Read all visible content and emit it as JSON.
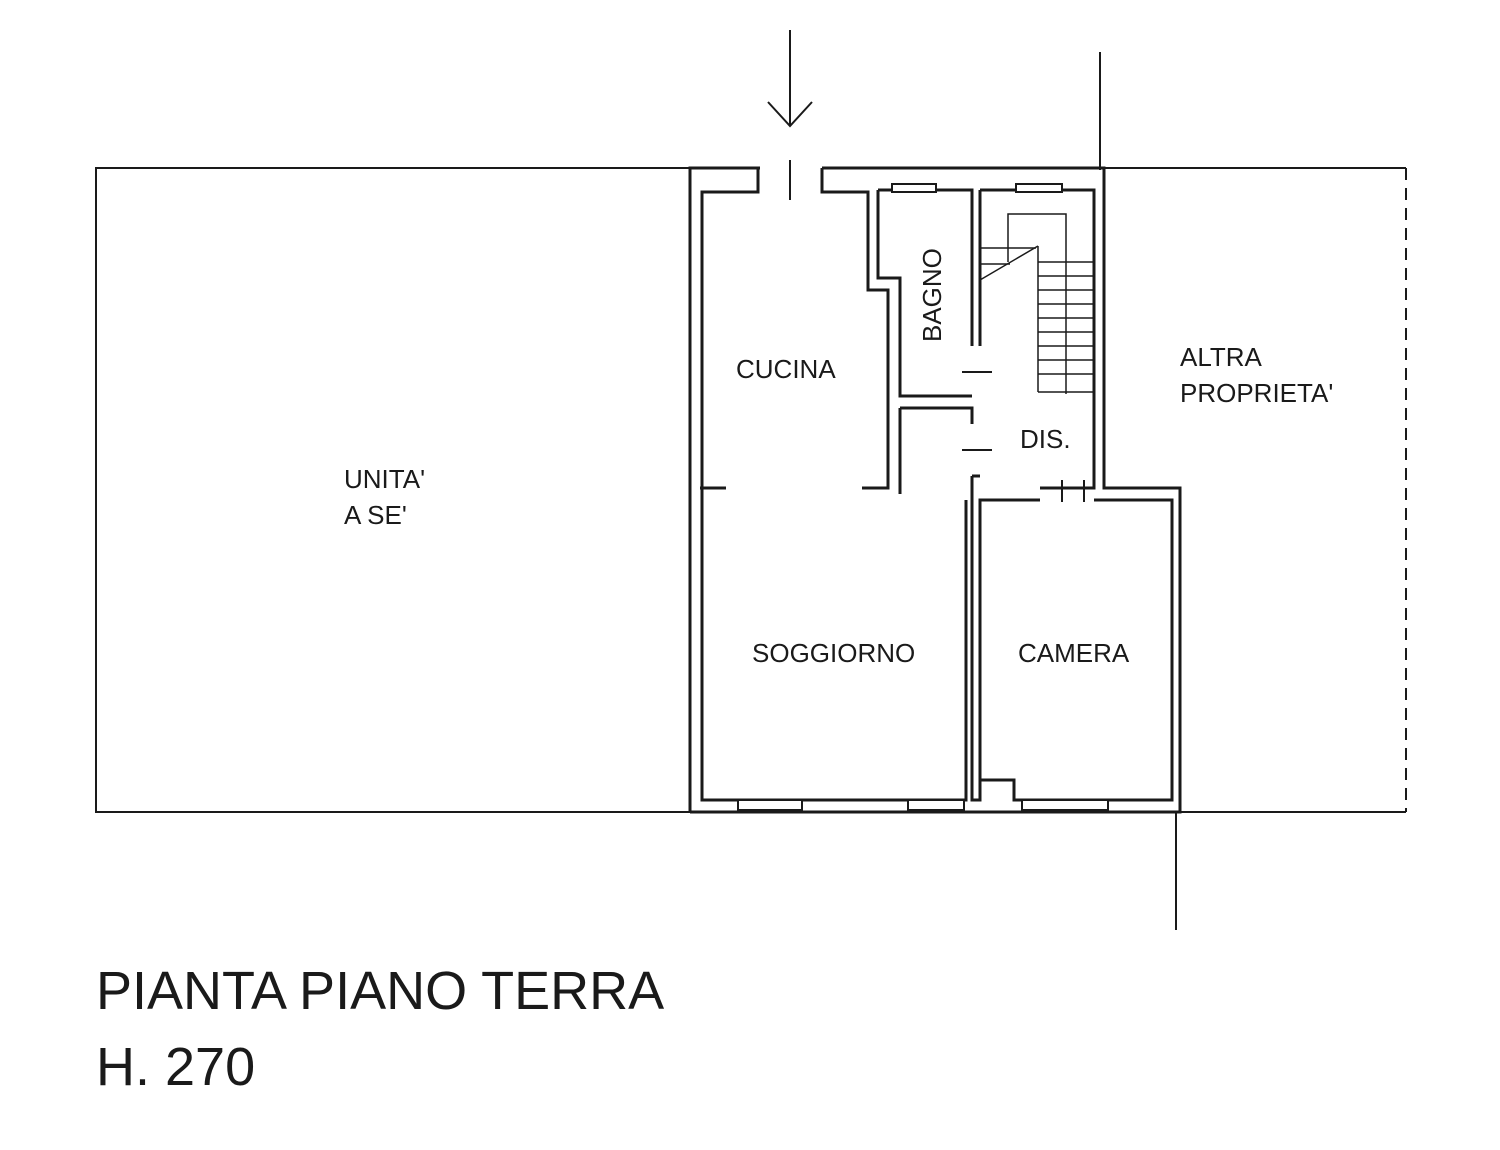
{
  "rooms": {
    "unit_apart_line1": "UNITA'",
    "unit_apart_line2": "A SE'",
    "kitchen": "CUCINA",
    "bathroom": "BAGNO",
    "hallway": "DIS.",
    "living_room": "SOGGIORNO",
    "bedroom": "CAMERA",
    "other_property_line1": "ALTRA",
    "other_property_line2": "PROPRIETA'"
  },
  "caption": {
    "title": "PIANTA PIANO TERRA",
    "height": "H. 270"
  },
  "colors": {
    "line": "#1a1a1a",
    "background": "#ffffff"
  }
}
